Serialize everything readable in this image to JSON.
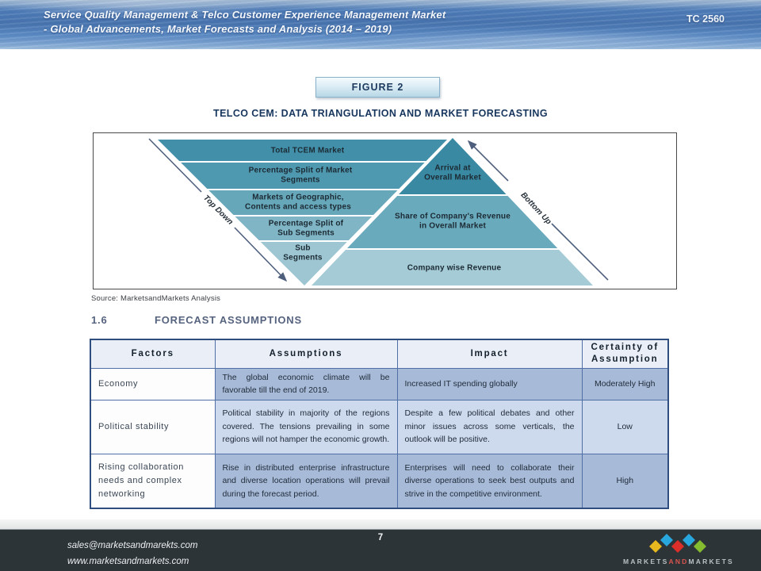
{
  "header": {
    "title_line1": "Service Quality Management & Telco Customer Experience Management Market",
    "title_line2": "- Global Advancements, Market Forecasts and Analysis (2014 – 2019)",
    "doc_code": "TC 2560"
  },
  "figure": {
    "badge_label": "FIGURE 2",
    "title": "TELCO CEM: DATA TRIANGULATION AND MARKET FORECASTING",
    "source_note": "Source: MarketsandMarkets Analysis",
    "top_down_arrow_label": "Top Down",
    "bottom_up_arrow_label": "Bottom Up",
    "top_down_steps": [
      {
        "label": "Total TCEM Market",
        "color": "#418fa9"
      },
      {
        "label": "Percentage Split of Market\nSegments",
        "color": "#4e98b0"
      },
      {
        "label": "Markets of Geographic,\nContents and access types",
        "color": "#66a7ba"
      },
      {
        "label": "Percentage Split of\nSub Segments",
        "color": "#7fb5c5"
      },
      {
        "label": "Sub\nSegments",
        "color": "#9dc6d2"
      }
    ],
    "bottom_up_steps": [
      {
        "label": "Arrival at\nOverall Market",
        "color": "#3a89a3"
      },
      {
        "label": "Share of Company's Revenue\nin Overall Market",
        "color": "#6aaabd"
      },
      {
        "label": "Company wise Revenue",
        "color": "#a4cbd6"
      }
    ]
  },
  "section": {
    "number": "1.6",
    "title": "FORECAST ASSUMPTIONS"
  },
  "assumptions_table": {
    "headers": [
      "Factors",
      "Assumptions",
      "Impact",
      "Certainty of Assumption"
    ],
    "rows": [
      {
        "factor": "Economy",
        "assumption": "The global economic climate will be favorable till the end of 2019.",
        "impact": "Increased IT spending globally",
        "certainty": "Moderately High"
      },
      {
        "factor": "Political stability",
        "assumption": "Political stability in majority of the regions covered. The tensions prevailing in some regions will not hamper the economic growth.",
        "impact": "Despite a few political debates and other minor issues across some verticals, the outlook will be positive.",
        "certainty": "Low"
      },
      {
        "factor": "Rising collaboration needs and complex networking",
        "assumption": "Rise in distributed enterprise infrastructure and diverse location operations will prevail during the forecast period.",
        "impact": "Enterprises will need to collaborate their diverse operations to seek best outputs and strive in the competitive environment.",
        "certainty": "High"
      }
    ]
  },
  "footer": {
    "email": "sales@marketsandmarekts.com",
    "website": "www.marketsandmarkets.com",
    "page_number": "7",
    "logo": {
      "part1": "MARKETS",
      "part2": "AND",
      "part3": "MARKETS",
      "diamond_colors": [
        "#28a7df",
        "#28a7df",
        "#e7b71f",
        "#dd2f2a",
        "#85bb2f"
      ]
    }
  },
  "colors": {
    "banner_blue": "#4a76b1",
    "figure_title_navy": "#17365d",
    "table_border": "#4f6fa6",
    "table_header_bg": "#e9eef7",
    "table_row_dark": "#a7bad8",
    "table_row_light": "#cdd9ed",
    "footer_bg": "#2c3437"
  }
}
